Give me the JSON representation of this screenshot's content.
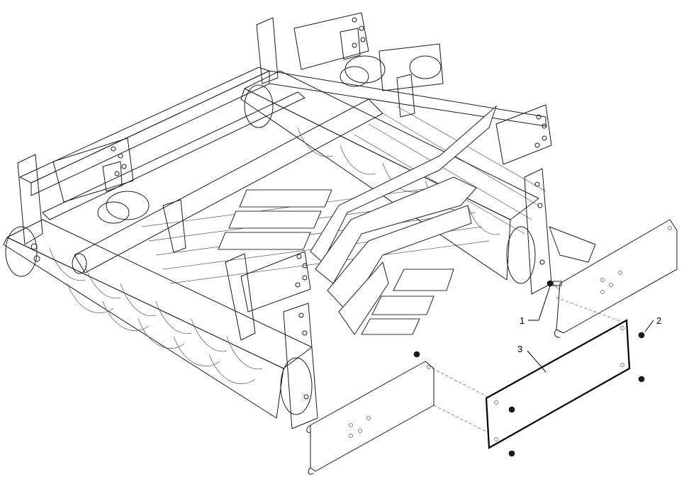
{
  "callouts": [
    {
      "id": "1",
      "label": "1"
    },
    {
      "id": "2",
      "label": "2"
    },
    {
      "id": "3",
      "label": "3"
    }
  ],
  "colors": {
    "line": "#1a1a1a",
    "background": "#ffffff"
  }
}
